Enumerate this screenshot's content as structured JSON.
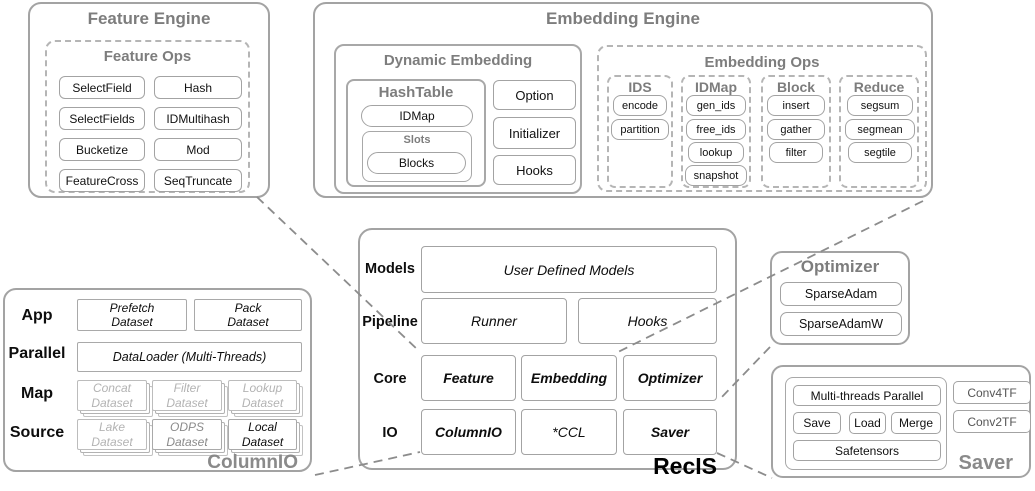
{
  "colors": {
    "border": "#a3a3a3",
    "dashed_border": "#b5b5b5",
    "gray_title": "#7d7d7d",
    "muted_text": "#b3b3b3",
    "black": "#0d0d0d"
  },
  "feature_engine": {
    "title": "Feature Engine",
    "feature_ops": {
      "title": "Feature Ops",
      "ops": [
        "SelectField",
        "Hash",
        "SelectFields",
        "IDMultihash",
        "Bucketize",
        "Mod",
        "FeatureCross",
        "SeqTruncate"
      ]
    }
  },
  "embedding_engine": {
    "title": "Embedding Engine",
    "dynamic_embedding": {
      "title": "Dynamic Embedding",
      "hashtable": {
        "title": "HashTable",
        "idmap": "IDMap",
        "slots": {
          "title": "Slots",
          "blocks": "Blocks"
        }
      },
      "side_items": [
        "Option",
        "Initializer",
        "Hooks"
      ]
    },
    "embedding_ops": {
      "title": "Embedding Ops",
      "groups": [
        {
          "title": "IDS",
          "ops": [
            "encode",
            "partition"
          ]
        },
        {
          "title": "IDMap",
          "ops": [
            "gen_ids",
            "free_ids",
            "lookup",
            "snapshot"
          ]
        },
        {
          "title": "Block",
          "ops": [
            "insert",
            "gather",
            "filter"
          ]
        },
        {
          "title": "Reduce",
          "ops": [
            "segsum",
            "segmean",
            "segtile"
          ]
        }
      ]
    }
  },
  "columnio": {
    "title": "ColumnIO",
    "row_labels": [
      "App",
      "Parallel",
      "Map",
      "Source"
    ],
    "app_items": [
      "Prefetch\nDataset",
      "Pack\nDataset"
    ],
    "parallel_item": "DataLoader (Multi-Threads)",
    "map_items": [
      "Concat\nDataset",
      "Filter\nDataset",
      "Lookup\nDataset"
    ],
    "source_items": [
      "Lake\nDataset",
      "ODPS\nDataset",
      "Local\nDataset"
    ]
  },
  "recis": {
    "title": "RecIS",
    "row_labels": [
      "Models",
      "Pipeline",
      "Core",
      "IO"
    ],
    "models": [
      "User Defined Models"
    ],
    "pipeline": [
      "Runner",
      "Hooks"
    ],
    "core": [
      "Feature",
      "Embedding",
      "Optimizer"
    ],
    "io": [
      "ColumnIO",
      "*CCL",
      "Saver"
    ]
  },
  "optimizer": {
    "title": "Optimizer",
    "items": [
      "SparseAdam",
      "SparseAdamW"
    ]
  },
  "saver": {
    "title": "Saver",
    "parallel": "Multi-threads Parallel",
    "actions": [
      "Save",
      "Load",
      "Merge"
    ],
    "safetensors": "Safetensors",
    "converters": [
      "Conv4TF",
      "Conv2TF"
    ]
  }
}
